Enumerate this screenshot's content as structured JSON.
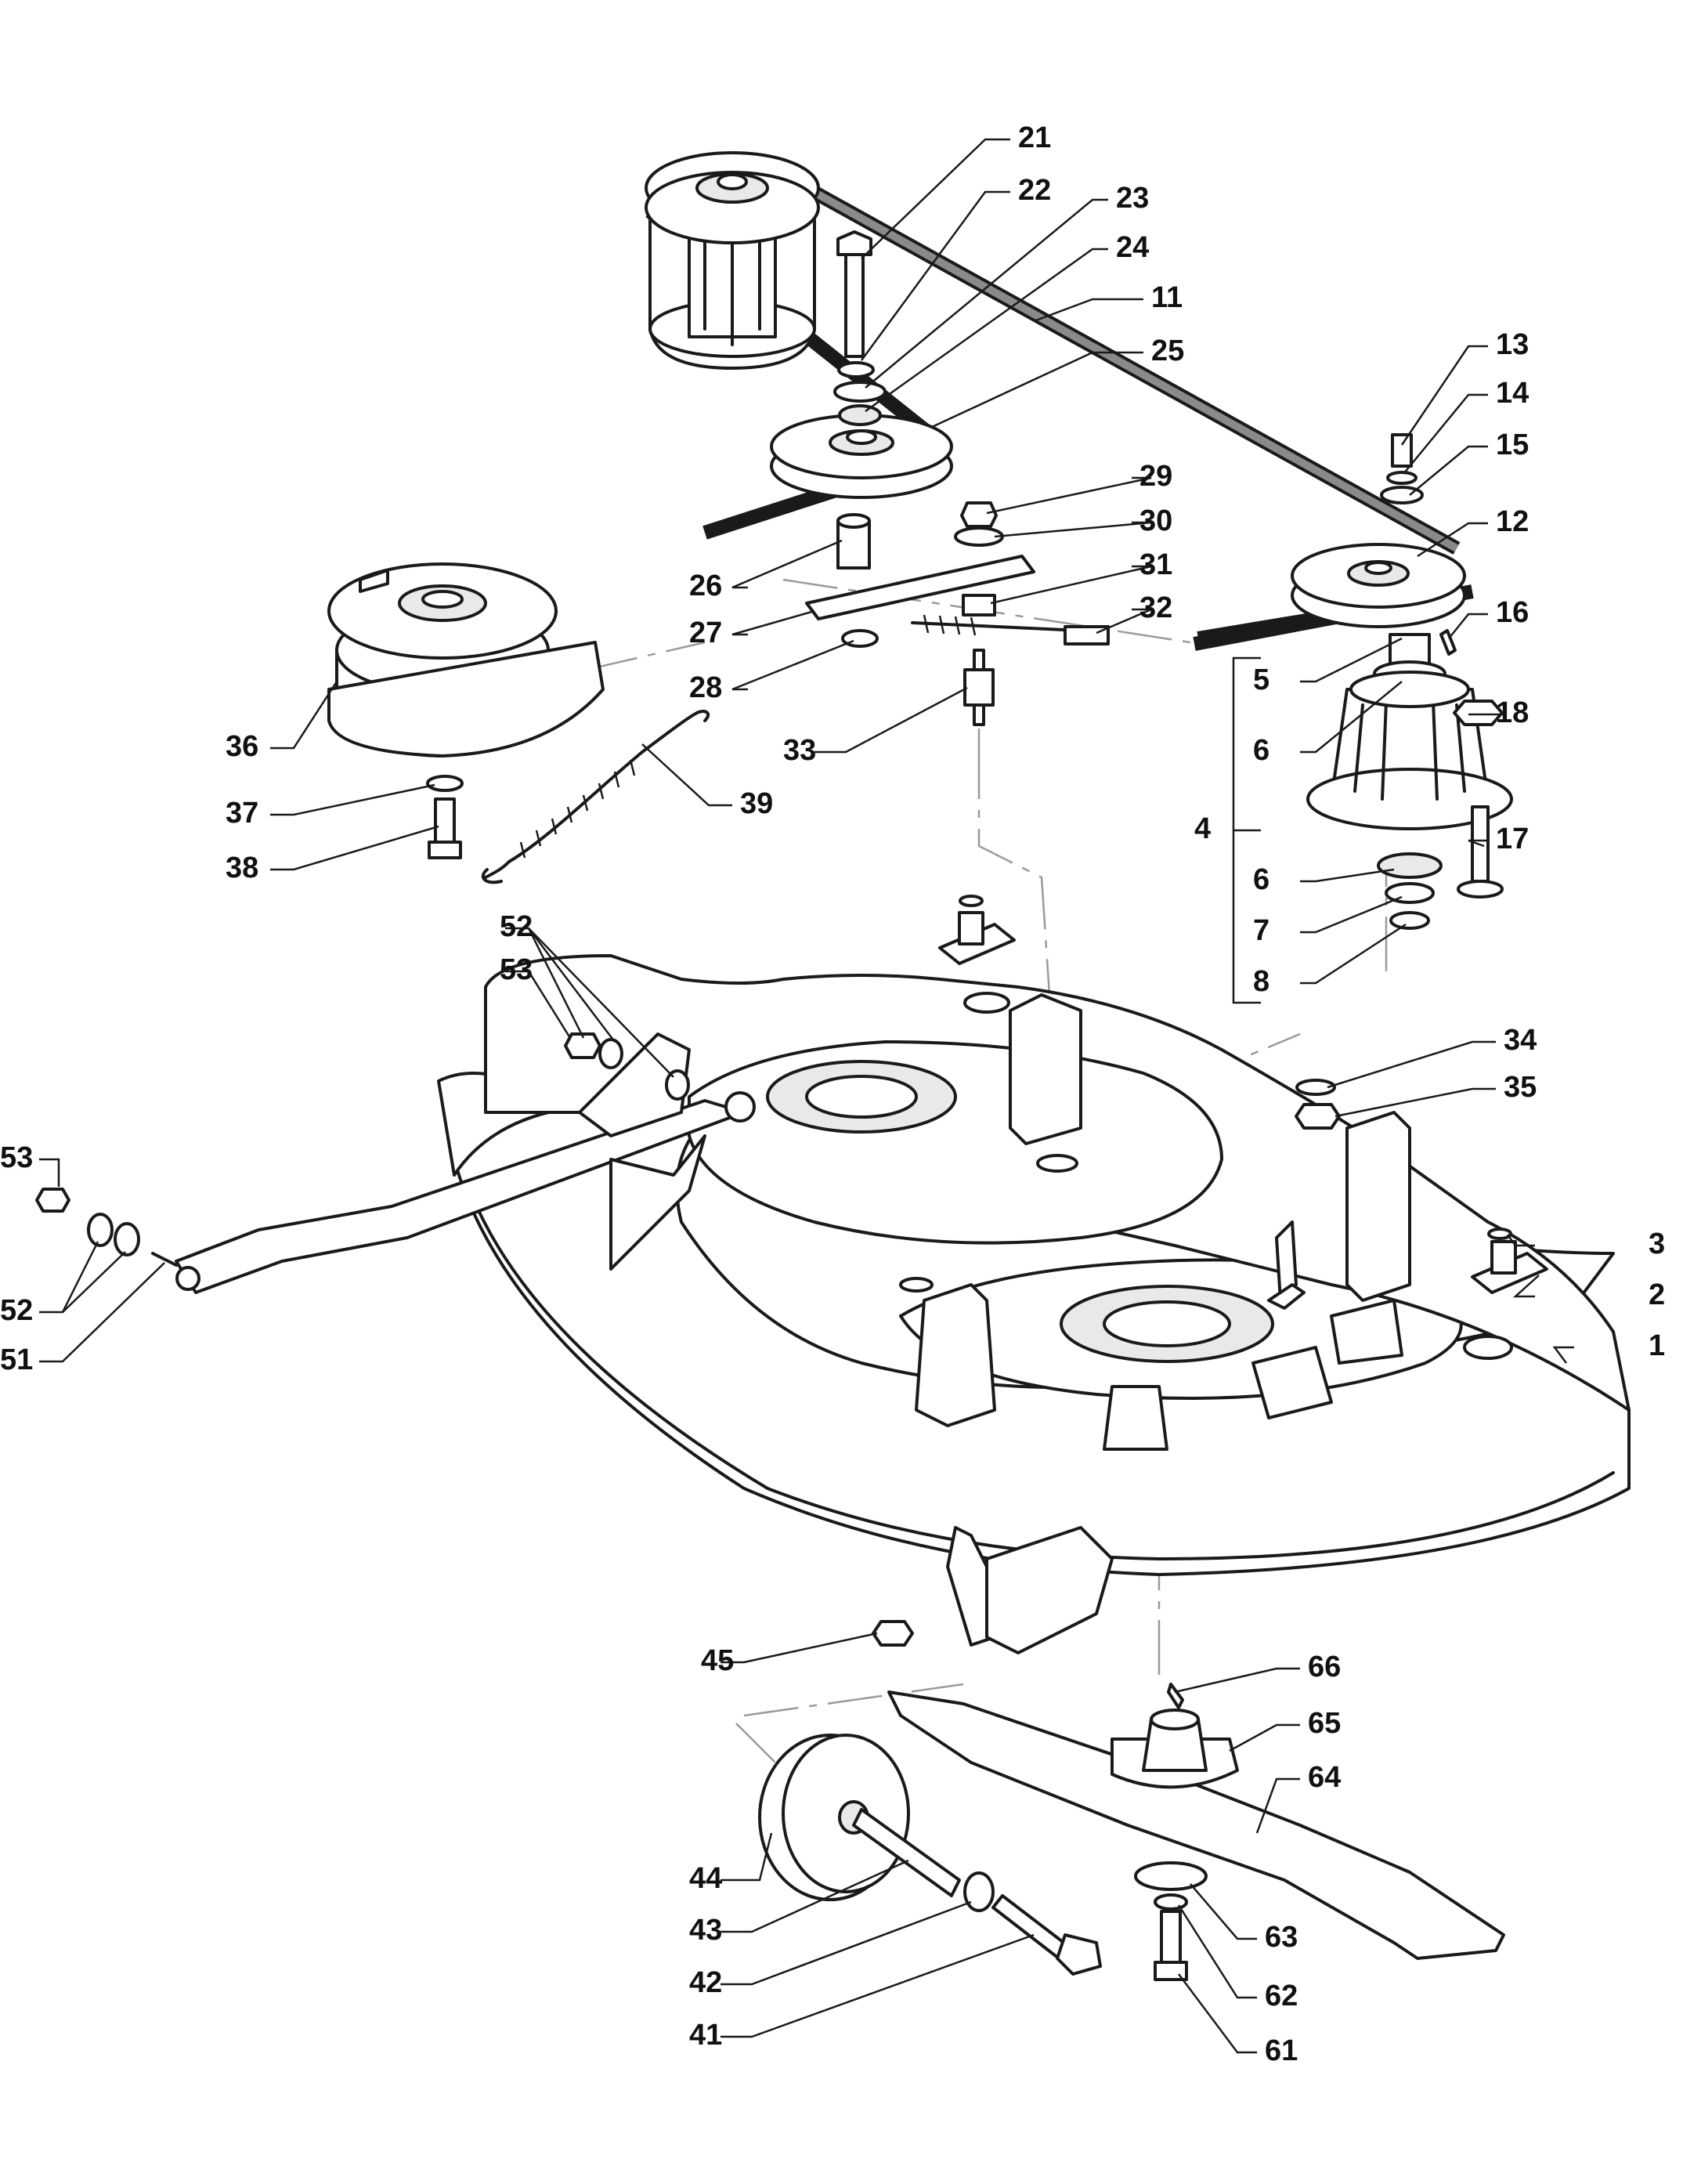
{
  "callouts": [
    {
      "id": "c1",
      "text": "1"
    },
    {
      "id": "c2",
      "text": "2"
    },
    {
      "id": "c3",
      "text": "3"
    },
    {
      "id": "c4",
      "text": "4"
    },
    {
      "id": "c5",
      "text": "5"
    },
    {
      "id": "c6a",
      "text": "6"
    },
    {
      "id": "c6b",
      "text": "6"
    },
    {
      "id": "c7",
      "text": "7"
    },
    {
      "id": "c8",
      "text": "8"
    },
    {
      "id": "c11",
      "text": "11"
    },
    {
      "id": "c12",
      "text": "12"
    },
    {
      "id": "c13",
      "text": "13"
    },
    {
      "id": "c14",
      "text": "14"
    },
    {
      "id": "c15",
      "text": "15"
    },
    {
      "id": "c16",
      "text": "16"
    },
    {
      "id": "c17",
      "text": "17"
    },
    {
      "id": "c18",
      "text": "18"
    },
    {
      "id": "c21",
      "text": "21"
    },
    {
      "id": "c22",
      "text": "22"
    },
    {
      "id": "c23",
      "text": "23"
    },
    {
      "id": "c24",
      "text": "24"
    },
    {
      "id": "c25",
      "text": "25"
    },
    {
      "id": "c26",
      "text": "26"
    },
    {
      "id": "c27",
      "text": "27"
    },
    {
      "id": "c28",
      "text": "28"
    },
    {
      "id": "c29",
      "text": "29"
    },
    {
      "id": "c30",
      "text": "30"
    },
    {
      "id": "c31",
      "text": "31"
    },
    {
      "id": "c32",
      "text": "32"
    },
    {
      "id": "c33",
      "text": "33"
    },
    {
      "id": "c34",
      "text": "34"
    },
    {
      "id": "c35",
      "text": "35"
    },
    {
      "id": "c36",
      "text": "36"
    },
    {
      "id": "c37",
      "text": "37"
    },
    {
      "id": "c38",
      "text": "38"
    },
    {
      "id": "c39",
      "text": "39"
    },
    {
      "id": "c41",
      "text": "41"
    },
    {
      "id": "c42",
      "text": "42"
    },
    {
      "id": "c43",
      "text": "43"
    },
    {
      "id": "c44",
      "text": "44"
    },
    {
      "id": "c45",
      "text": "45"
    },
    {
      "id": "c51",
      "text": "51"
    },
    {
      "id": "c52a",
      "text": "52"
    },
    {
      "id": "c52b",
      "text": "52"
    },
    {
      "id": "c53a",
      "text": "53"
    },
    {
      "id": "c53b",
      "text": "53"
    },
    {
      "id": "c61",
      "text": "61"
    },
    {
      "id": "c62",
      "text": "62"
    },
    {
      "id": "c63",
      "text": "63"
    },
    {
      "id": "c64",
      "text": "64"
    },
    {
      "id": "c65",
      "text": "65"
    },
    {
      "id": "c66",
      "text": "66"
    }
  ],
  "colors": {
    "line": "#1a1a1a",
    "background": "#ffffff",
    "belt_inner": "#8a8a8a",
    "dash": "#9a9a9a"
  }
}
